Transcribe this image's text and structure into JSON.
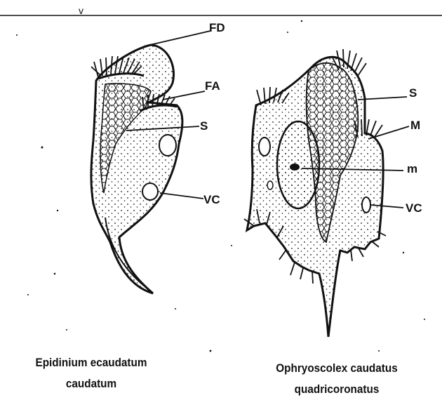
{
  "labels": {
    "fd": "FD",
    "fa": "FA",
    "s_left": "S",
    "vc_left": "VC",
    "s_right": "S",
    "m_upper": "M",
    "m_lower": "m",
    "vc_right": "VC"
  },
  "captions": {
    "left_line1": "Epidinium ecaudatum",
    "left_line2": "caudatum",
    "right_line1": "Ophryoscolex caudatus",
    "right_line2": "quadricoronatus"
  },
  "colors": {
    "ink": "#111111",
    "background": "#ffffff"
  }
}
